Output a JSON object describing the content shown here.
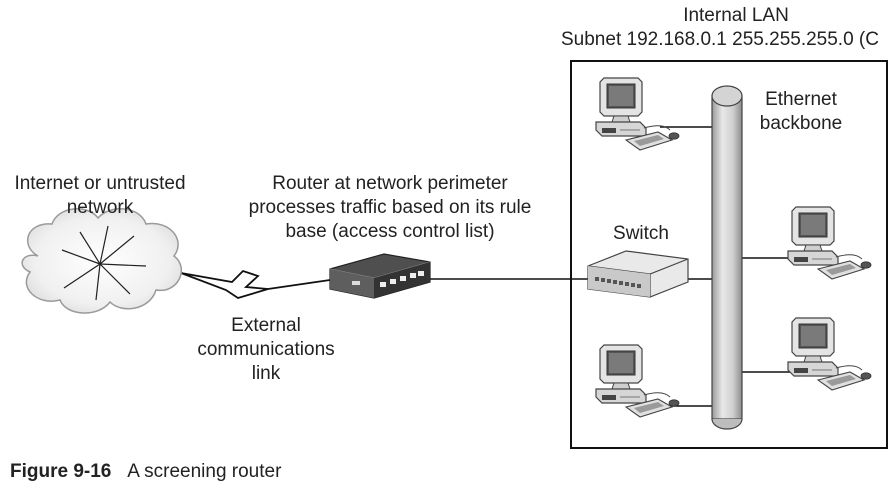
{
  "lan": {
    "title": "Internal LAN",
    "subnet": "Subnet 192.168.0.1 255.255.255.0 (C"
  },
  "labels": {
    "ethernet": [
      "Ethernet",
      "backbone"
    ],
    "internet": [
      "Internet or untrusted",
      "network"
    ],
    "router": [
      "Router at network perimeter",
      "processes traffic based on its rule",
      "base (access control list)"
    ],
    "switch": "Switch",
    "external_link": [
      "External",
      "communications",
      "link"
    ]
  },
  "caption": {
    "figure_number": "Figure 9-16",
    "text": "A screening router"
  },
  "colors": {
    "line": "#111111",
    "device_light": "#e6e6e6",
    "device_mid": "#b8b8b8",
    "device_dark": "#4a4a4a",
    "backbone": "#c9c9c9"
  },
  "icons": [
    "cloud-icon",
    "lightning-link-icon",
    "router-icon",
    "switch-icon",
    "workstation-icon"
  ]
}
